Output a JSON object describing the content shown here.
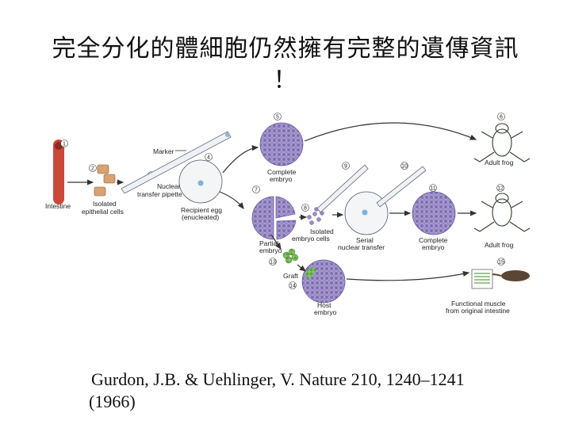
{
  "title": {
    "line1": "完全分化的體細胞仍然擁有完整的遺傳資訊",
    "line2": "！"
  },
  "diagram": {
    "labels": {
      "intestine": "Intestine",
      "isolated_epithelial": [
        "Isolated",
        "epithelial cells"
      ],
      "marker": "Marker",
      "nuclear_pipette": [
        "Nuclear",
        "transfer pipette"
      ],
      "recipient_egg": [
        "Recipient egg",
        "(enucleated)"
      ],
      "complete_embryo_top": [
        "Complete",
        "embryo"
      ],
      "adult_frog_top": "Adult frog",
      "partial_embryo": [
        "Partial",
        "embryo"
      ],
      "isolated_embryo_cells": [
        "Isolated",
        "embryo cells"
      ],
      "serial_transfer": [
        "Serial",
        "nuclear transfer"
      ],
      "complete_embryo_mid": [
        "Complete",
        "embryo"
      ],
      "adult_frog_mid": "Adult frog",
      "graft": "Graft",
      "host_embryo": [
        "Host",
        "embryo"
      ],
      "functional_muscle": [
        "Functional muscle",
        "from original intestine"
      ]
    },
    "steps": [
      "1",
      "2",
      "3",
      "4",
      "5",
      "6",
      "7",
      "8",
      "9",
      "10",
      "11",
      "12",
      "13",
      "14",
      "15"
    ],
    "colors": {
      "embryo": "#8d7fb8",
      "arrow": "#333333",
      "intestine": "#c9483a",
      "frog": "#2e3a2e"
    }
  },
  "citation": {
    "line1": "Gurdon, J.B. & Uehlinger, V. Nature 210, 1240–1241",
    "line2": "(1966)"
  }
}
